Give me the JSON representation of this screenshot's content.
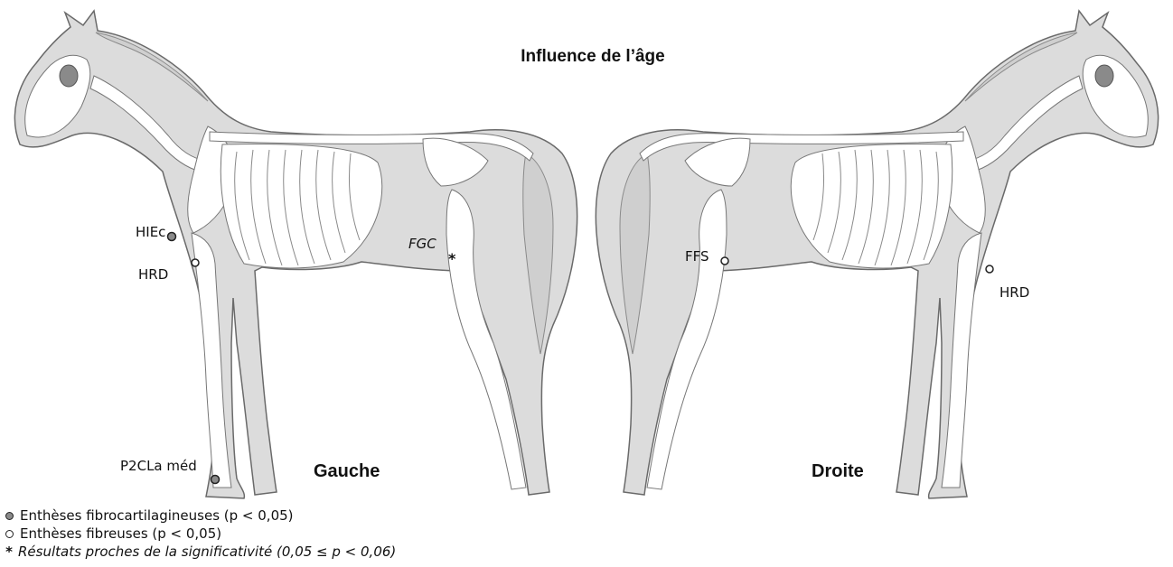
{
  "title": "Influence de l’âge",
  "left_horse": {
    "side_label": "Gauche",
    "markers": [
      {
        "label": "HIEc",
        "kind": "fibrocartilaginous"
      },
      {
        "label": "HRD",
        "kind": "fibrous"
      },
      {
        "label": "FGC",
        "kind": "near-significant"
      },
      {
        "label": "P2CLa méd",
        "kind": "fibrocartilaginous"
      }
    ]
  },
  "right_horse": {
    "side_label": "Droite",
    "markers": [
      {
        "label": "FFS",
        "kind": "fibrous"
      },
      {
        "label": "HRD",
        "kind": "fibrous"
      }
    ]
  },
  "legend": {
    "fibrocartilaginous": "Enthèses fibrocartilagineuses (p < 0,05)",
    "fibrous": "Enthèses fibreuses (p < 0,05)",
    "near_significant": "Résultats proches de la significativité (0,05 ≤ p < 0,06)"
  },
  "colors": {
    "body_fill": "#dcdcdc",
    "outline": "#555555",
    "bone": "#ffffff",
    "eye": "#8a8a8a"
  }
}
